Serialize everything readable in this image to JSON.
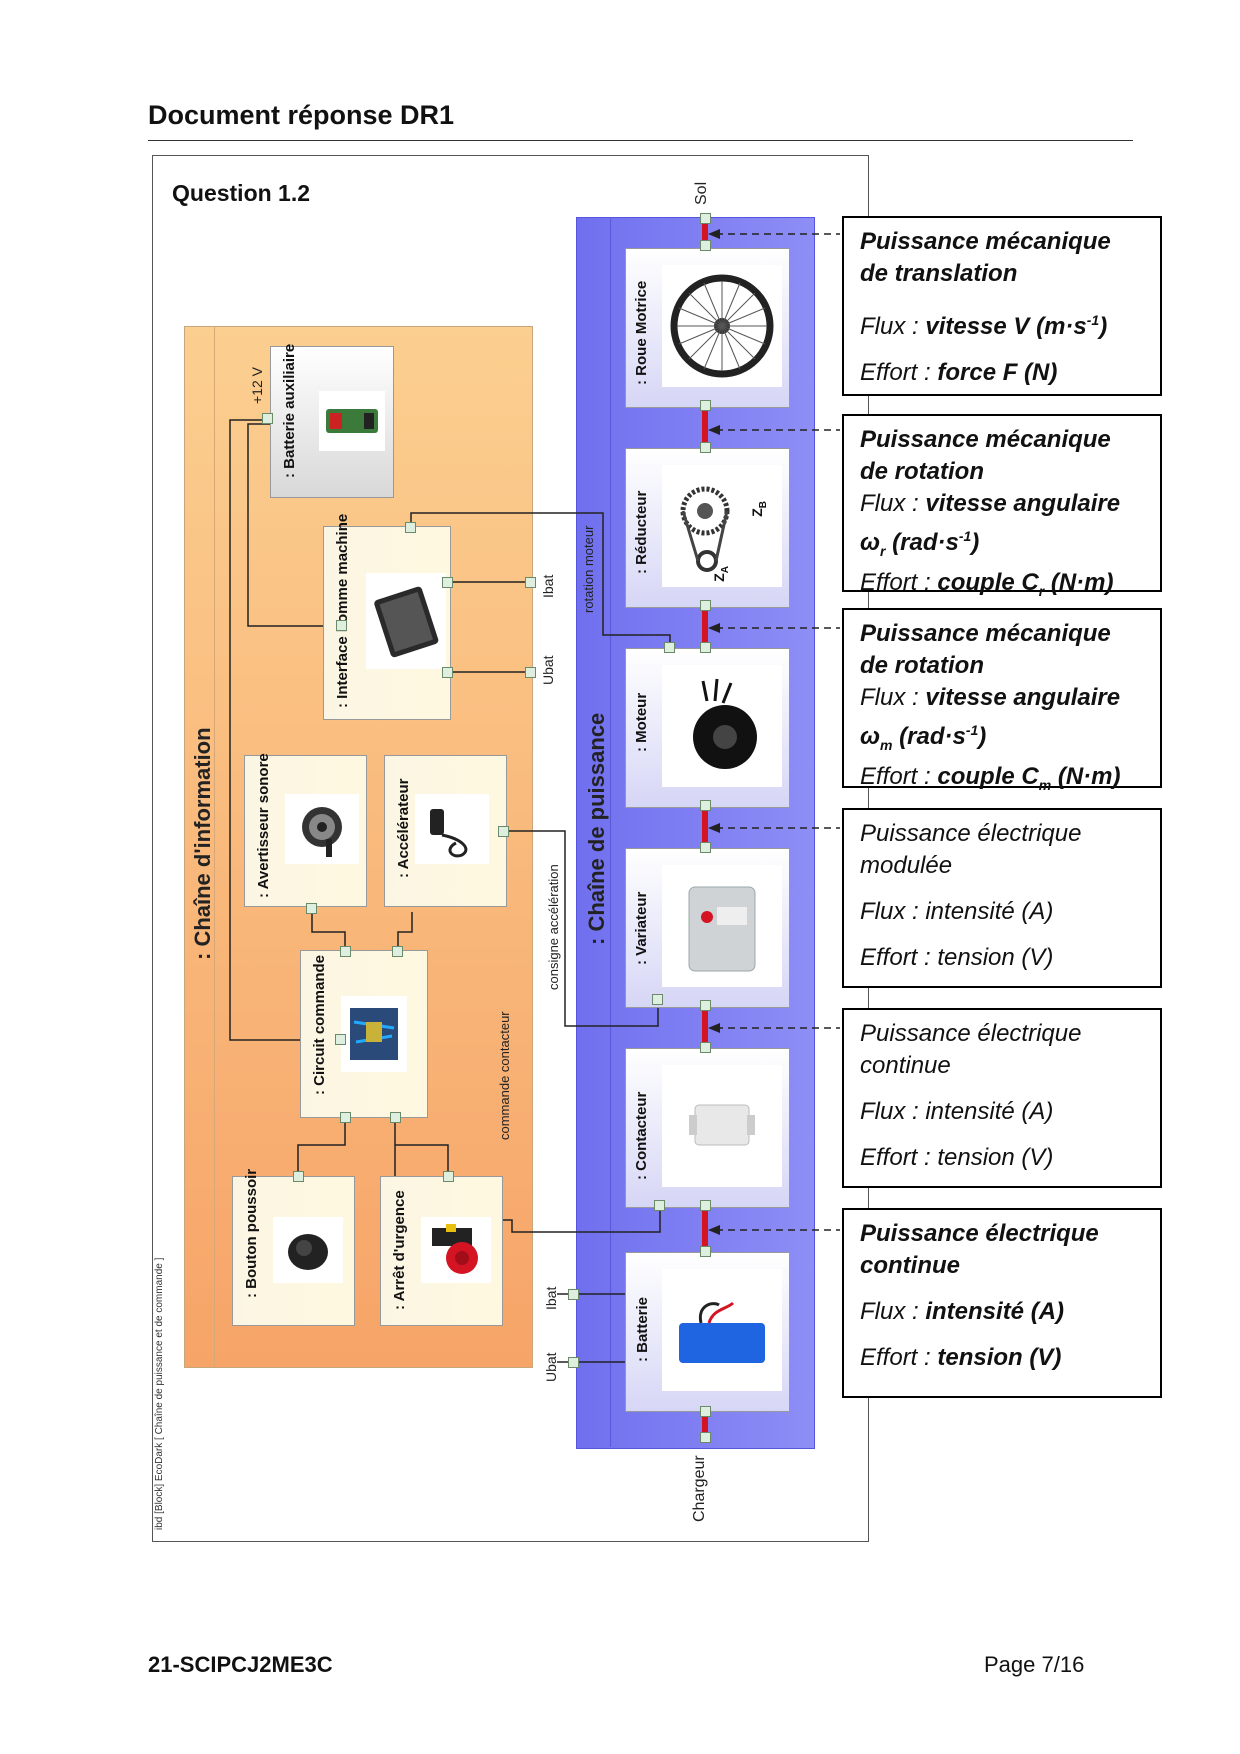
{
  "header": {
    "title": "Document réponse DR1"
  },
  "question": "Question 1.2",
  "diagram": {
    "frame_caption": "ibd [Block] EcoDark [ Chaîne de puissance et de commande ]",
    "info_chain_label": ": Chaîne d'information",
    "power_chain_label": ": Chaîne de puissance",
    "info_blocks": {
      "aux_battery": ": Batterie auxiliaire",
      "hmi": ": Interface homme machine",
      "buzzer": ": Avertisseur sonore",
      "accelerator": ": Accélérateur",
      "control_circuit": ": Circuit commande",
      "push_button": ": Bouton poussoir",
      "emergency_stop": ": Arrêt d'urgence"
    },
    "power_blocks": {
      "drive_wheel": ": Roue Motrice",
      "reducer": ": Réducteur",
      "motor": ": Moteur",
      "variator": ": Variateur",
      "contactor": ": Contacteur",
      "battery": ": Batterie"
    },
    "signals": {
      "sol": "Sol",
      "chargeur": "Chargeur",
      "plus12v": "+12 V",
      "ibat": "Ibat",
      "ubat": "Ubat",
      "rotation_moteur": "rotation moteur",
      "consigne_acceleration": "consigne accélération",
      "commande_contacteur": "commande contacteur"
    },
    "reducer_marks": {
      "za": "Z",
      "za_sub": "A",
      "zb": "Z",
      "zb_sub": "B"
    }
  },
  "power_boxes": [
    {
      "title": "Puissance mécanique de translation",
      "flux_prefix": "Flux : ",
      "flux": "vitesse V (m·s",
      "flux_sup": "-1",
      "flux_suffix": ")",
      "effort_prefix": "Effort : ",
      "effort": "force F (N)"
    },
    {
      "title": "Puissance mécanique de rotation",
      "flux_prefix": "Flux : ",
      "flux": "vitesse angulaire",
      "flux2_sym": "ω",
      "flux2_sub": "r",
      "flux2_rest": " (rad·s",
      "flux2_sup": "-1",
      "flux2_end": ")",
      "effort_prefix": "Effort : ",
      "effort": "couple C",
      "effort_sub": "r",
      "effort_end": " (N·m)"
    },
    {
      "title": "Puissance mécanique de rotation",
      "flux_prefix": "Flux : ",
      "flux": "vitesse angulaire",
      "flux2_sym": "ω",
      "flux2_sub": "m",
      "flux2_rest": " (rad·s",
      "flux2_sup": "-1",
      "flux2_end": ")",
      "effort_prefix": "Effort : ",
      "effort": "couple C",
      "effort_sub": "m",
      "effort_end": " (N·m)"
    },
    {
      "title": "Puissance électrique modulée",
      "flux": "Flux : intensité (A)",
      "effort": "Effort : tension (V)"
    },
    {
      "title": "Puissance électrique continue",
      "flux": "Flux : intensité (A)",
      "effort": "Effort : tension (V)"
    },
    {
      "title": "Puissance électrique continue",
      "flux_prefix": "Flux : ",
      "flux": "intensité (A)",
      "effort_prefix": "Effort : ",
      "effort": "tension (V)"
    }
  ],
  "footer": {
    "code": "21-SCIPCJ2ME3C",
    "page": "Page 7/16"
  }
}
